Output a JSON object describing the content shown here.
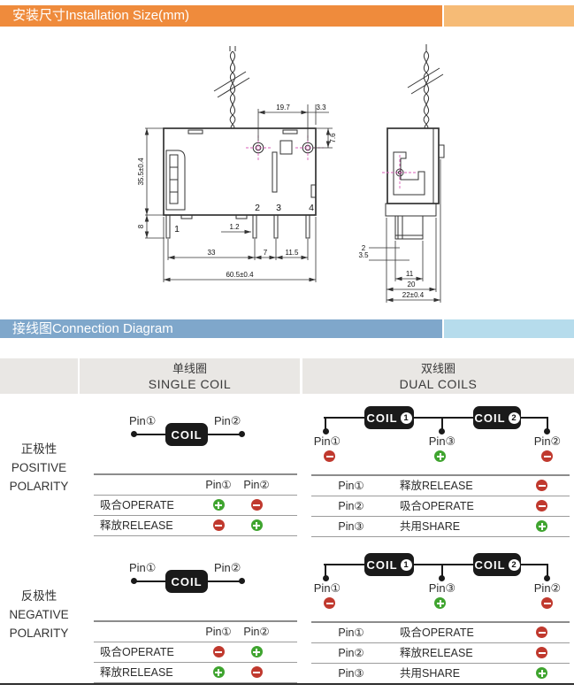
{
  "headers": {
    "installation": "安装尺寸Installation Size(mm)",
    "connection": "接线图Connection Diagram"
  },
  "colors": {
    "orange": "#EF8B3C",
    "orange_light": "#F6BB76",
    "blue": "#7FA7CB",
    "blue_light": "#B6DCEC",
    "plus_green": "#3FA42F",
    "minus_red": "#C0392E"
  },
  "installation": {
    "front_view": {
      "pin_labels": [
        "1",
        "2",
        "3",
        "4"
      ],
      "dims": {
        "hole_pitch": "19.7",
        "hole_edge": "3.3",
        "hole_top": "7.6",
        "body_height": "35.5±0.4",
        "pin_length": "8",
        "pin_width": "1.2",
        "pitch_1_2": "33",
        "pitch_2_3": "7",
        "pitch_3_4": "11.5",
        "body_width": "60.5±0.4"
      }
    },
    "side_view": {
      "dims": {
        "pin_thickness": "2",
        "pin_offset": "3.5",
        "block_width": "11",
        "flange_width": "20",
        "body_width": "22±0.4"
      }
    }
  },
  "connection": {
    "columns": {
      "single_zh": "单线圈",
      "single_en": "SINGLE COIL",
      "dual_zh": "双线圈",
      "dual_en": "DUAL COILS"
    },
    "sections": [
      {
        "label_zh": "正极性",
        "label_en_line1": "POSITIVE",
        "label_en_line2": "POLARITY",
        "single": {
          "pin_left": "Pin①",
          "pin_right": "Pin②",
          "coil": "COIL",
          "table": {
            "header": [
              "Pin①",
              "Pin②"
            ],
            "rows": [
              {
                "label": "吸合OPERATE",
                "pin1": "plus",
                "pin2": "minus"
              },
              {
                "label": "释放RELEASE",
                "pin1": "minus",
                "pin2": "plus"
              }
            ]
          }
        },
        "dual": {
          "coil1": "COIL",
          "coil1_num": "1",
          "coil2": "COIL",
          "coil2_num": "2",
          "pins": [
            {
              "label": "Pin①",
              "sign": "minus"
            },
            {
              "label": "Pin③",
              "sign": "plus"
            },
            {
              "label": "Pin②",
              "sign": "minus"
            }
          ],
          "table": [
            {
              "pin": "Pin①",
              "action": "释放RELEASE",
              "sign": "minus"
            },
            {
              "pin": "Pin②",
              "action": "吸合OPERATE",
              "sign": "minus"
            },
            {
              "pin": "Pin③",
              "action": "共用SHARE",
              "sign": "plus"
            }
          ]
        }
      },
      {
        "label_zh": "反极性",
        "label_en_line1": "NEGATIVE",
        "label_en_line2": "POLARITY",
        "single": {
          "pin_left": "Pin①",
          "pin_right": "Pin②",
          "coil": "COIL",
          "table": {
            "header": [
              "Pin①",
              "Pin②"
            ],
            "rows": [
              {
                "label": "吸合OPERATE",
                "pin1": "minus",
                "pin2": "plus"
              },
              {
                "label": "释放RELEASE",
                "pin1": "plus",
                "pin2": "minus"
              }
            ]
          }
        },
        "dual": {
          "coil1": "COIL",
          "coil1_num": "1",
          "coil2": "COIL",
          "coil2_num": "2",
          "pins": [
            {
              "label": "Pin①",
              "sign": "minus"
            },
            {
              "label": "Pin③",
              "sign": "plus"
            },
            {
              "label": "Pin②",
              "sign": "minus"
            }
          ],
          "table": [
            {
              "pin": "Pin①",
              "action": "吸合OPERATE",
              "sign": "minus"
            },
            {
              "pin": "Pin②",
              "action": "释放RELEASE",
              "sign": "minus"
            },
            {
              "pin": "Pin③",
              "action": "共用SHARE",
              "sign": "plus"
            }
          ]
        }
      }
    ]
  }
}
